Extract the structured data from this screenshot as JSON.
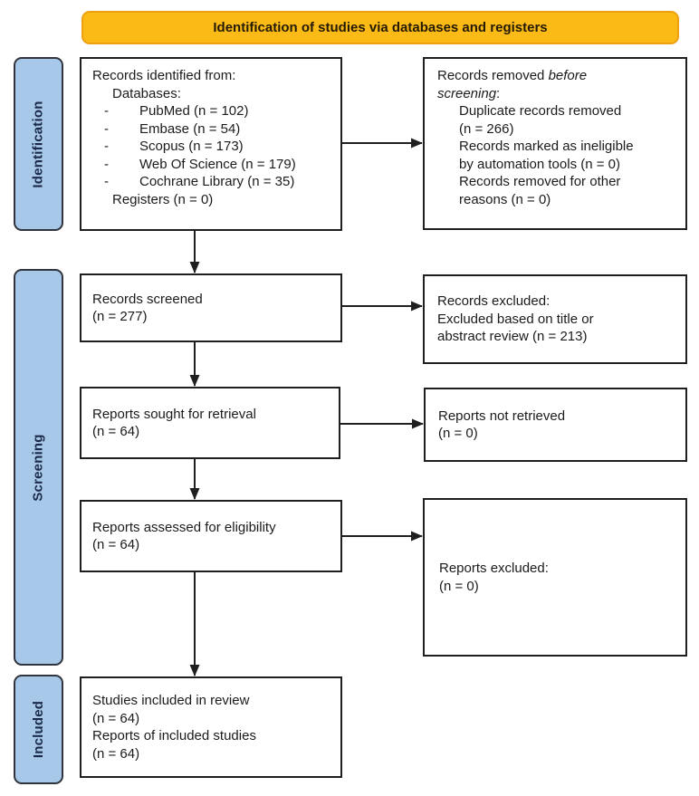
{
  "banner": {
    "label": "Identification of studies via databases and registers"
  },
  "phases": [
    {
      "label": "Identification"
    },
    {
      "label": "Screening"
    },
    {
      "label": "Included"
    }
  ],
  "colors": {
    "banner_fill": "#FBBA16",
    "banner_border": "#EDA011",
    "phase_fill": "#A8C8EA",
    "phase_border": "#30353D",
    "phase_text": "#1B2A4A",
    "box_border": "#1F1F1F",
    "arrow": "#1F1F1F"
  },
  "boxes": {
    "records_identified": {
      "intro": "Records identified from:",
      "databases_label": "Databases:",
      "dash": "-",
      "databases": [
        "PubMed (n = 102)",
        "Embase (n = 54)",
        "Scopus (n = 173)",
        "Web Of Science (n = 179)",
        "Cochrane Library (n = 35)"
      ],
      "registers": "Registers (n = 0)"
    },
    "records_removed": {
      "title_normal": "Records removed ",
      "title_italic1": "before",
      "title_italic2": "screening",
      "title_suffix": ":",
      "lines": [
        "Duplicate records removed",
        "(n = 266)",
        "Records marked as ineligible",
        "by automation tools (n = 0)",
        "Records removed for other",
        "reasons (n = 0)"
      ]
    },
    "records_screened": {
      "lines": [
        "Records screened",
        "(n = 277)"
      ]
    },
    "records_excluded": {
      "lines": [
        "Records excluded:",
        "Excluded based on title or",
        "abstract review (n = 213)"
      ]
    },
    "reports_sought": {
      "lines": [
        "Reports sought for retrieval",
        "(n = 64)"
      ]
    },
    "reports_not_retrieved": {
      "lines": [
        "Reports not retrieved",
        "(n = 0)"
      ]
    },
    "reports_assessed": {
      "lines": [
        "Reports assessed for eligibility",
        "(n = 64)"
      ]
    },
    "reports_excluded": {
      "lines": [
        "Reports excluded:",
        "(n = 0)"
      ]
    },
    "studies_included": {
      "lines": [
        "Studies included in review",
        "(n = 64)",
        "Reports of included studies",
        "(n = 64)"
      ]
    }
  }
}
